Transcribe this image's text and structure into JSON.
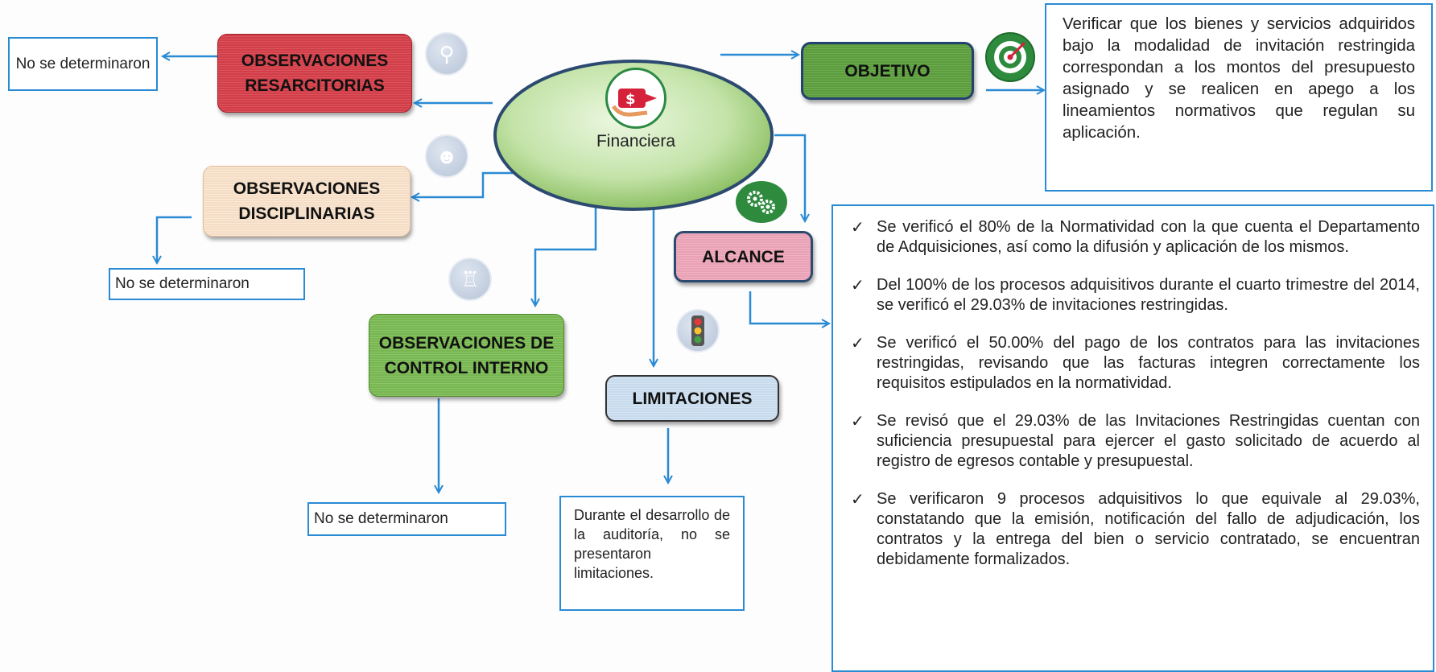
{
  "center": {
    "label": "Financiera"
  },
  "nodes": {
    "resarcitorias": {
      "label": "OBSERVACIONES RESARCITORIAS",
      "result": "No se determinaron"
    },
    "disciplinarias": {
      "label": "OBSERVACIONES DISCIPLINARIAS",
      "result": "No se determinaron"
    },
    "control_interno": {
      "label": "OBSERVACIONES DE CONTROL INTERNO",
      "result": "No se determinaron"
    },
    "limitaciones": {
      "label": "LIMITACIONES",
      "result": "Durante el desarrollo de la auditoría, no se presentaron limitaciones."
    },
    "objetivo": {
      "label": "OBJETIVO",
      "text": "Verificar que los bienes y servicios adquiridos bajo la modalidad de invitación restringida correspondan a los montos del presupuesto asignado y se realicen en apego a los lineamientos normativos que regulan su aplicación."
    },
    "alcance": {
      "label": "ALCANCE",
      "items": [
        "Se verificó el 80% de la Normatividad con la que cuenta el Departamento de Adquisiciones, así como la difusión y aplicación de los mismos.",
        "Del 100% de los procesos adquisitivos durante el cuarto trimestre del 2014, se verificó el 29.03% de invitaciones restringidas.",
        "Se verificó el 50.00% del pago de los contratos para las invitaciones restringidas, revisando que las facturas integren correctamente los requisitos estipulados en la normatividad.",
        "Se revisó que el 29.03% de las Invitaciones Restringidas cuentan con suficiencia presupuestal para ejercer el gasto solicitado de acuerdo al registro de egresos contable y presupuestal.",
        "Se verificaron 9 procesos adquisitivos lo que equivale al 29.03%, constatando que la emisión, notificación del fallo de adjudicación, los contratos y la entrega del bien o servicio contratado, se encuentran debidamente formalizados."
      ]
    }
  },
  "icons": {
    "center": "hand-money-icon",
    "resarcitorias": "people-magnifier-icon",
    "disciplinarias": "person-icon",
    "control_interno": "meeting-icon",
    "limitaciones": "traffic-light-icon",
    "objetivo": "target-icon",
    "alcance": "gears-icon"
  },
  "colors": {
    "connector": "#2a8ad4",
    "resarcitorias": "#d9404b",
    "disciplinarias": "#fde6cf",
    "control_interno": "#7dbd55",
    "objetivo": "#5fa23f",
    "alcance": "#f1a8bc",
    "limitaciones": "#cfe3f5",
    "center": "#b9dd9f"
  }
}
